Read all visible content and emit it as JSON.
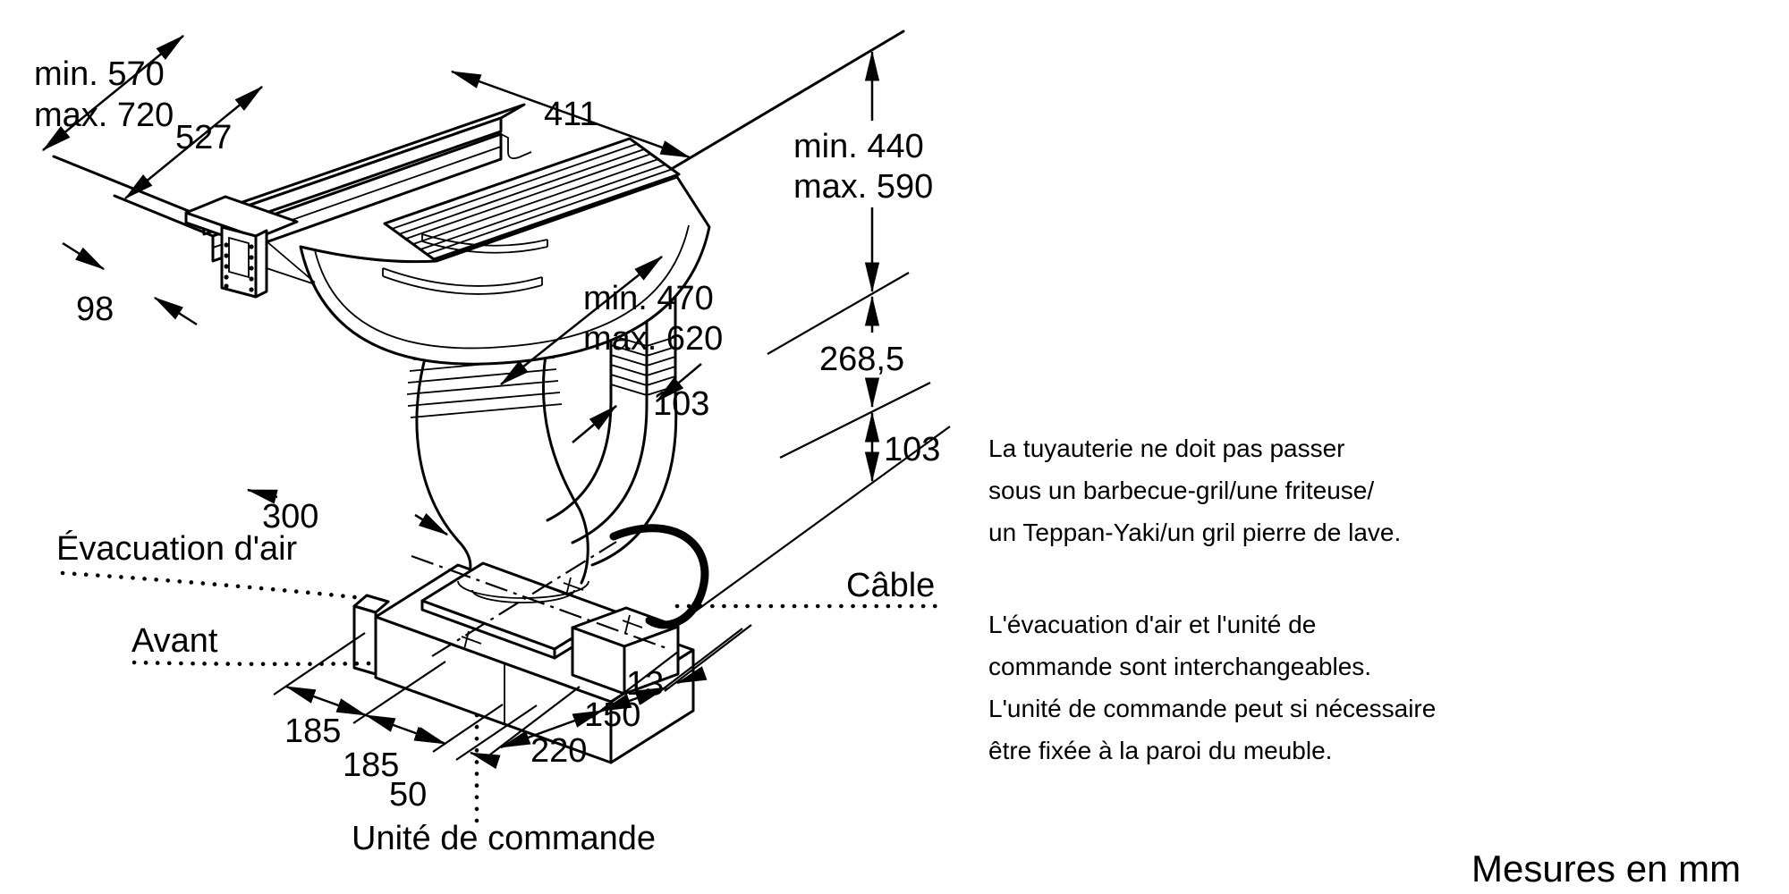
{
  "diagram": {
    "background": "#ffffff",
    "line_color": "#000000",
    "units_note": "Mesures en mm",
    "dims": {
      "depth_min": "min. 570",
      "depth_max": "max. 720",
      "bar_length": "527",
      "top_width": "411",
      "height_min": "min. 440",
      "height_max": "max. 590",
      "diag_min": "min. 470",
      "diag_max": "max. 620",
      "duct_width": "103",
      "mid_height": "268,5",
      "low_height": "103",
      "bracket_gap": "98",
      "front_depth": "300",
      "base_left_a": "185",
      "base_left_b": "185",
      "base_left_c": "50",
      "base_right_a": "220",
      "base_right_b": "150",
      "base_right_c": "13"
    },
    "parts": {
      "air_outlet": "Évacuation d'air",
      "front": "Avant",
      "cable": "Câble",
      "control_unit": "Unité de commande"
    }
  },
  "notes": {
    "para1": [
      "La tuyauterie ne doit pas passer",
      "sous un barbecue-gril/une friteuse/",
      "un Teppan-Yaki/un gril pierre de lave."
    ],
    "para2": [
      "L'évacuation d'air et l'unité de",
      "commande sont interchangeables.",
      "L'unité de commande peut si nécessaire",
      "être fixée à la paroi du meuble."
    ]
  }
}
